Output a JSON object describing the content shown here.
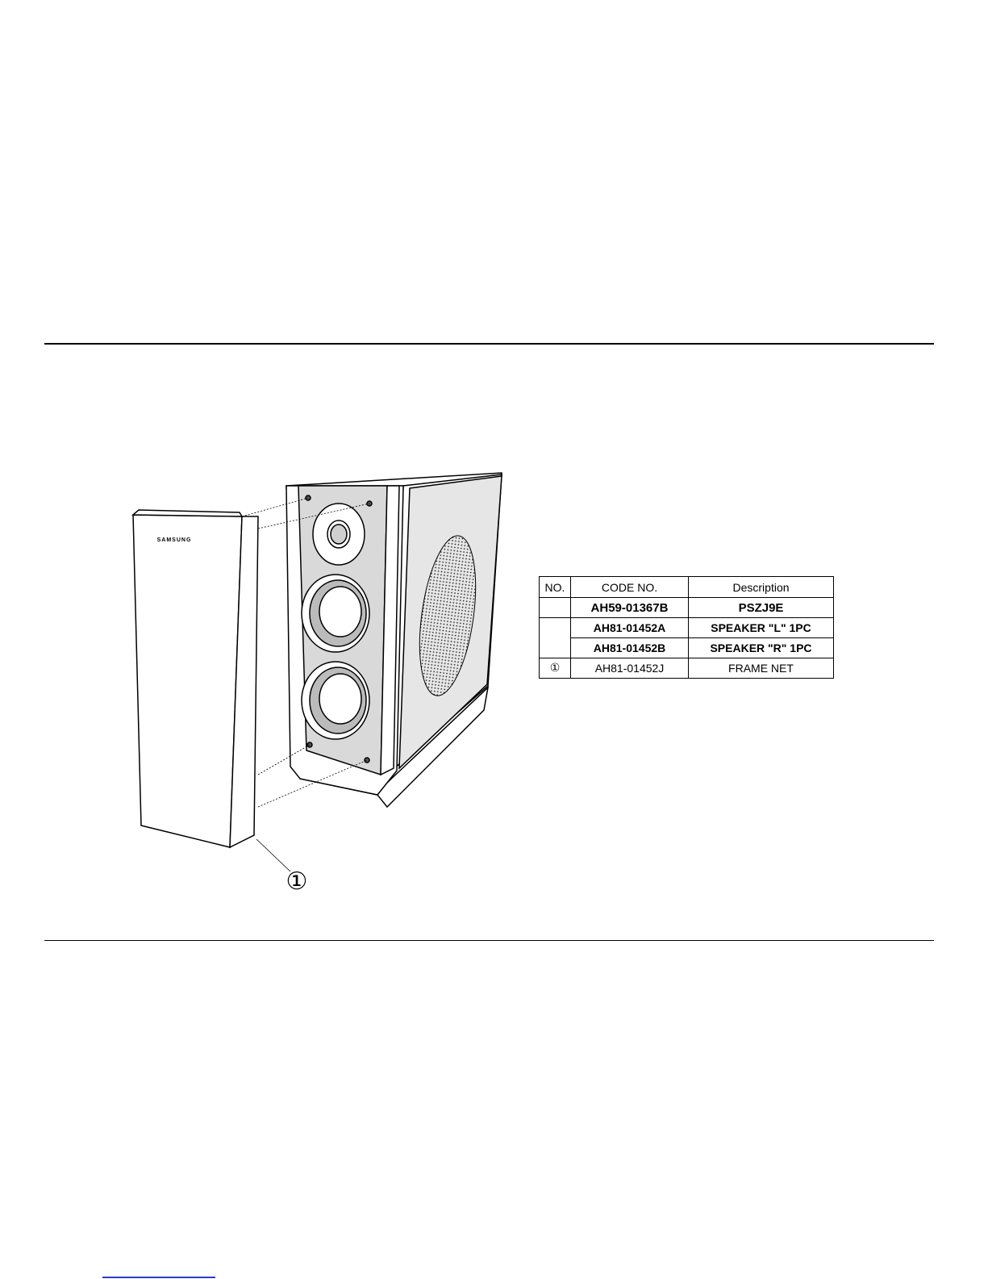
{
  "diagram": {
    "brand_text": "SAMSUNG",
    "callout": "①"
  },
  "parts_table": {
    "headers": {
      "no": "NO.",
      "code": "CODE NO.",
      "description": "Description"
    },
    "rows": [
      {
        "no": "",
        "code": "AH59-01367B",
        "description": "PSZJ9E"
      },
      {
        "no": "",
        "code": "AH81-01452A",
        "description": "SPEAKER \"L\" 1PC"
      },
      {
        "no": "",
        "code": "AH81-01452B",
        "description": "SPEAKER \"R\" 1PC"
      },
      {
        "no": "①",
        "code": "AH81-01452J",
        "description": "FRAME NET"
      }
    ]
  }
}
